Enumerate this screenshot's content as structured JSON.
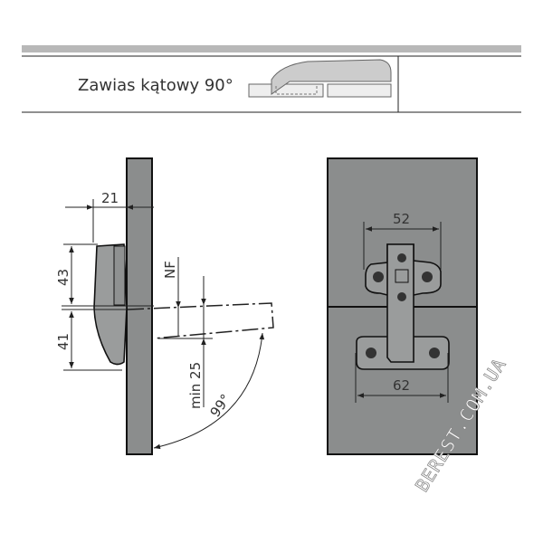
{
  "header": {
    "title": "Zawias kątowy 90°"
  },
  "side_view": {
    "dim_width": "21",
    "dim_upper": "43",
    "dim_lower": "41",
    "dim_nf": "NF",
    "dim_min": "min 25",
    "angle": "99°"
  },
  "front_view": {
    "dim_top": "52",
    "dim_bottom": "62"
  },
  "watermark": "BEREST.COM.UA",
  "colors": {
    "panel": "#8b8d8d",
    "header_bar": "#b8b8b8"
  }
}
